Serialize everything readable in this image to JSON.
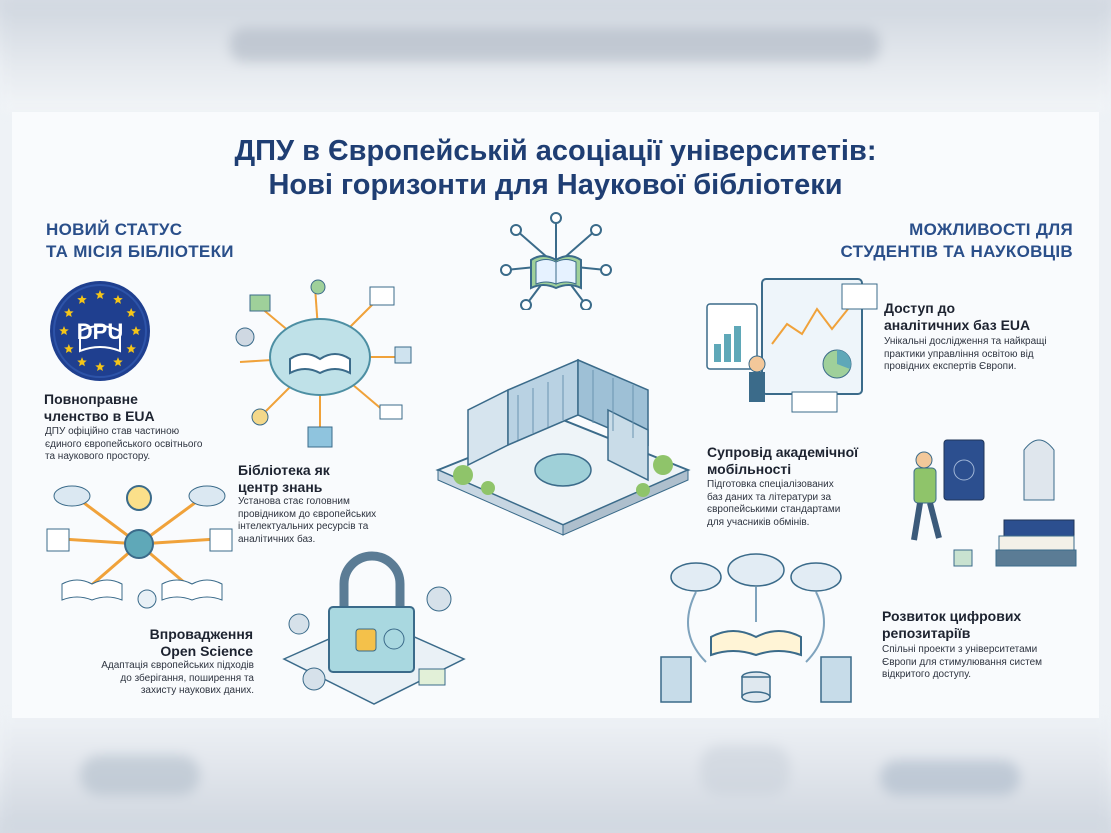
{
  "title": {
    "line1": "ДПУ в Європейській асоціації університетів:",
    "line2": "Нові горизонти для Наукової бібліотеки"
  },
  "left_section": {
    "heading_line1": "НОВИЙ СТАТУС",
    "heading_line2": "ТА МІСІЯ БІБЛІОТЕКИ"
  },
  "right_section": {
    "heading_line1": "МОЖЛИВОСТІ ДЛЯ",
    "heading_line2": "СТУДЕНТІВ ТА НАУКОВЦІВ"
  },
  "logo": {
    "text": "DPU"
  },
  "items": {
    "membership": {
      "title_line1": "Повноправне",
      "title_line2": "членство в EUA",
      "desc_line1": "ДПУ офіційно став частиною",
      "desc_line2": "єдиного європейського освітнього",
      "desc_line3": "та наукового простору."
    },
    "knowledge_center": {
      "title_line1": "Бібліотека як",
      "title_line2": "центр знань",
      "desc_line1": "Установа стає головним",
      "desc_line2": "провідником до європейських",
      "desc_line3": "інтелектуальних ресурсів та",
      "desc_line4": "аналітичних баз."
    },
    "open_science": {
      "title_line1": "Впровадження",
      "title_line2": "Open Science",
      "desc_line1": "Адаптація європейських підходів",
      "desc_line2": "до зберігання, поширення та",
      "desc_line3": "захисту наукових даних."
    },
    "analytics_access": {
      "title_line1": "Доступ до",
      "title_line2": "аналітичних баз EUA",
      "desc_line1": "Унікальні дослідження та найкращі",
      "desc_line2": "практики управління освітою від",
      "desc_line3": "провідних експертів Європи."
    },
    "mobility": {
      "title_line1": "Супровід академічної",
      "title_line2": "мобільності",
      "desc_line1": "Підготовка спеціалізованих",
      "desc_line2": "баз даних та літератури за",
      "desc_line3": "європейськими стандартами",
      "desc_line4": "для учасників обмінів."
    },
    "repositories": {
      "title_line1": "Розвиток цифрових",
      "title_line2": "репозитаріїв",
      "desc_line1": "Спільні проекти з університетами",
      "desc_line2": "Європи для стимулювання систем",
      "desc_line3": "відкритого доступу."
    }
  },
  "colors": {
    "title": "#1f3e73",
    "heading": "#2a4f8a",
    "eu_blue": "#1f3f8f",
    "eu_star": "#f5c518",
    "accent_green": "#8fc46a",
    "accent_teal": "#5fa8b8",
    "accent_orange": "#f0a23a"
  },
  "icons": [
    "eu-dpu-logo-icon",
    "brain-book-icon",
    "network-book-icon",
    "library-building-icon",
    "open-science-hub-icon",
    "padlock-data-icon",
    "analytics-dashboard-icon",
    "traveler-passport-icon",
    "cloud-repository-icon"
  ]
}
